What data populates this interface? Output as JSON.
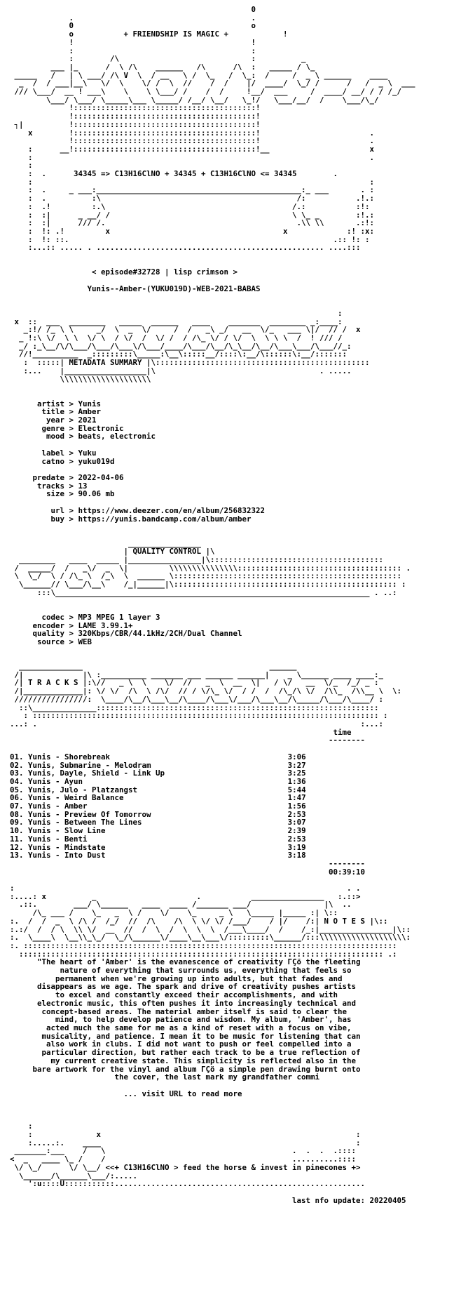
{
  "header": {
    "motto": "+ FRIENDSHIP IS MAGIC +",
    "formula": "34345 => C13H16ClNO + 34345 + C13H16ClNO <= 34345"
  },
  "release": {
    "episode": "< episode#32728 | lisp crimson >",
    "release_name": "Yunis--Amber-(YUKU019D)-WEB-2021-BABAS"
  },
  "sections": {
    "metadata": "METADATA SUMMARY",
    "quality": "QUALITY CONTROL",
    "tracks": "T R A C K S",
    "notes": "N O T E S"
  },
  "metadata": {
    "artist": "Yunis",
    "title": "Amber",
    "year": "2021",
    "genre": "Electronic",
    "mood": "beats, electronic",
    "label": "Yuku",
    "catno": "yuku019d",
    "predate": "2022-04-06",
    "tracks": "13",
    "size": "90.06 mb",
    "url": "https://www.deezer.com/en/album/256832322",
    "buy": "https://yunis.bandcamp.com/album/amber"
  },
  "quality": {
    "codec": "MP3 MPEG 1 layer 3",
    "encoder": "LAME 3.99.1+",
    "quality": "320Kbps/CBR/44.1kHz/2CH/Dual Channel",
    "source": "WEB"
  },
  "tracklist": {
    "time_header": "time",
    "total": "00:39:10",
    "items": [
      {
        "n": "01.",
        "name": "Yunis - Shorebreak",
        "time": "3:06"
      },
      {
        "n": "02.",
        "name": "Yunis, Submarine - Melodram",
        "time": "3:27"
      },
      {
        "n": "03.",
        "name": "Yunis, Dayle, Shield - Link Up",
        "time": "3:25"
      },
      {
        "n": "04.",
        "name": "Yunis - Ayun",
        "time": "1:36"
      },
      {
        "n": "05.",
        "name": "Yunis, Julo - Platzangst",
        "time": "5:44"
      },
      {
        "n": "06.",
        "name": "Yunis - Weird Balance",
        "time": "1:47"
      },
      {
        "n": "07.",
        "name": "Yunis - Amber",
        "time": "1:56"
      },
      {
        "n": "08.",
        "name": "Yunis - Preview Of Tomorrow",
        "time": "2:53"
      },
      {
        "n": "09.",
        "name": "Yunis - Between The Lines",
        "time": "3:07"
      },
      {
        "n": "10.",
        "name": "Yunis - Slow Line",
        "time": "2:39"
      },
      {
        "n": "11.",
        "name": "Yunis - Benti",
        "time": "2:53"
      },
      {
        "n": "12.",
        "name": "Yunis - Mindstate",
        "time": "3:19"
      },
      {
        "n": "13.",
        "name": "Yunis - Into Dust",
        "time": "3:18"
      }
    ]
  },
  "notes": {
    "lines": [
      "\"The heart of 'Amber' is the evanescence of creativity ΓÇö the fleeting",
      "nature of everything that surrounds us, everything that feels so",
      "permanent when we're growing up into adults, but that fades and",
      "disappears as we age. The spark and drive of creativity pushes artists",
      "to excel and constantly exceed their accomplishments, and with",
      "electronic music, this often pushes it into increasingly technical and",
      "concept-based areas. The material amber itself is said to clear the",
      "mind, to help develop patience and wisdom. My album, 'Amber', has",
      "acted much the same for me as a kind of reset with a focus on vibe,",
      "musicality, and patience. I mean it to be music for listening that can",
      "also work in clubs. I did not want to push or feel compelled into a",
      "particular direction, but rather each track to be a true reflection of",
      "my current creative state. This simplicity is reflected also in the",
      "bare artwork for the vinyl and album ΓÇö a simple pen drawing burnt onto",
      "the cover, the last mark my grandfather commi"
    ],
    "more": "... visit URL to read more"
  },
  "footer": {
    "tagline": "<<+ C13H16ClNO > feed the horse & invest in pinecones +>",
    "last_update": "last nfo update: 20220405"
  }
}
